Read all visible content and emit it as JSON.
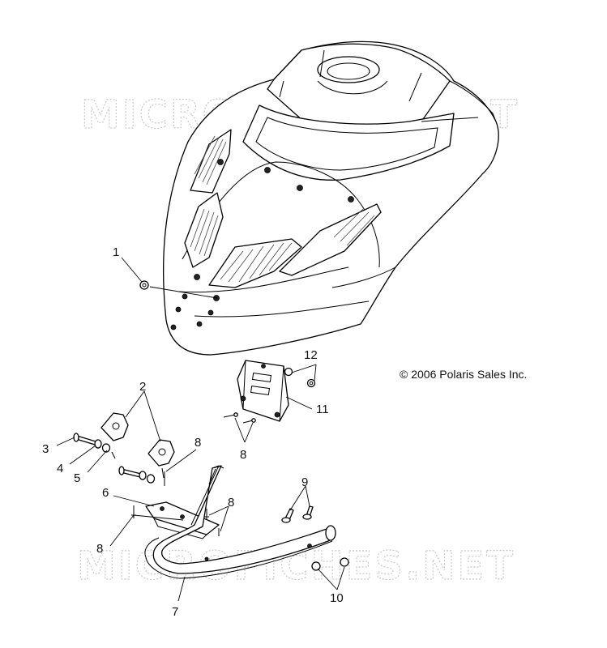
{
  "diagram": {
    "copyright": "© 2006 Polaris Sales Inc.",
    "watermarks": [
      "MICROFICHES.NET",
      "MICROFICHES.NET"
    ],
    "callouts": [
      {
        "id": "1",
        "label": "1"
      },
      {
        "id": "2",
        "label": "2"
      },
      {
        "id": "3",
        "label": "3"
      },
      {
        "id": "4",
        "label": "4"
      },
      {
        "id": "5",
        "label": "5"
      },
      {
        "id": "6",
        "label": "6"
      },
      {
        "id": "7",
        "label": "7"
      },
      {
        "id": "8a",
        "label": "8"
      },
      {
        "id": "8b",
        "label": "8"
      },
      {
        "id": "8c",
        "label": "8"
      },
      {
        "id": "8d",
        "label": "8"
      },
      {
        "id": "9",
        "label": "9"
      },
      {
        "id": "10",
        "label": "10"
      },
      {
        "id": "11",
        "label": "11"
      },
      {
        "id": "12",
        "label": "12"
      }
    ]
  }
}
